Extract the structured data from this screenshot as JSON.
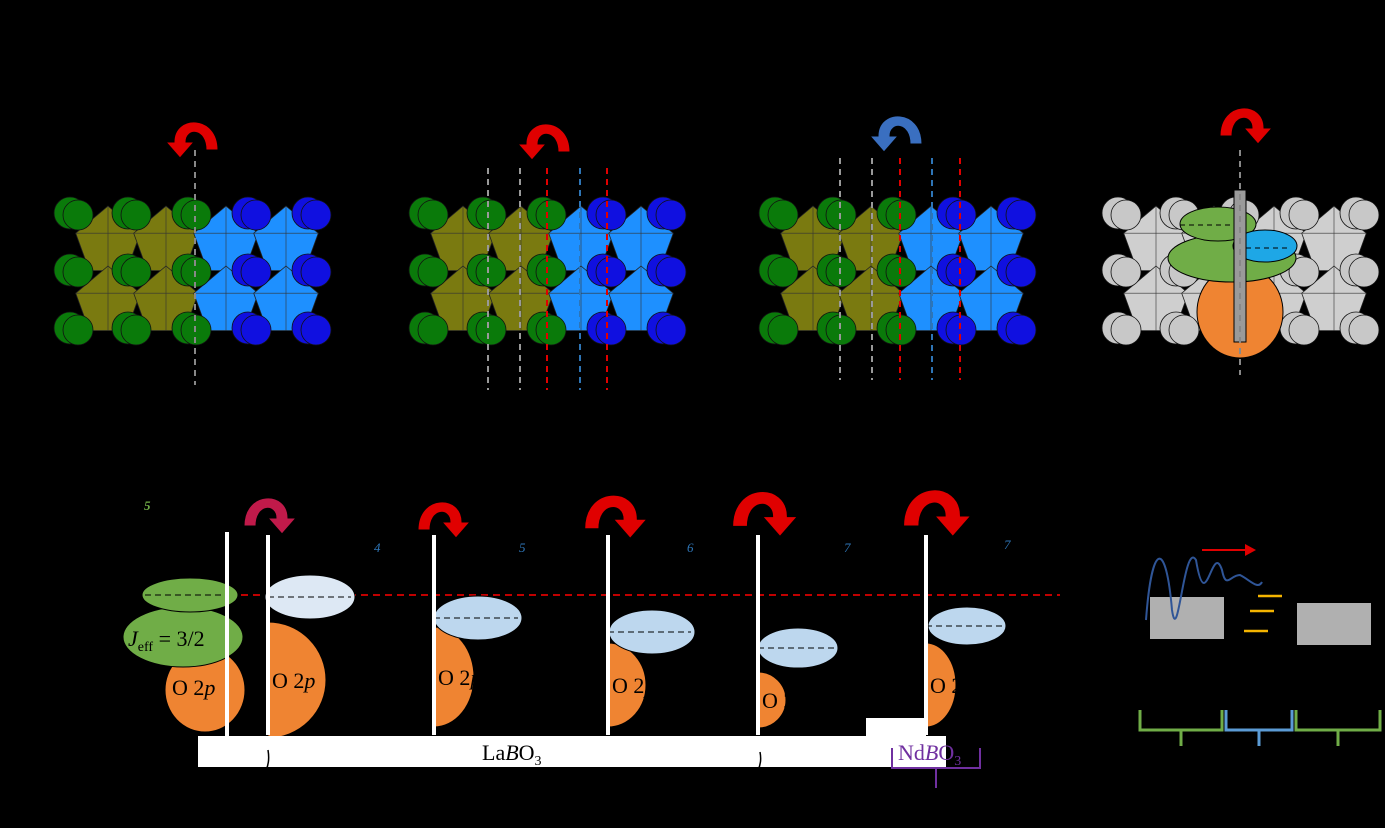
{
  "colors": {
    "background": "#000000",
    "iridate_atom": "#0a7a0a",
    "iridate_octahedron": "#7a7a10",
    "b_site_atom": "#1010e0",
    "b_site_octahedron": "#1e90ff",
    "oxygen_band": "#ef8432",
    "jeff_band": "#70ad47",
    "b_band_light": "#bdd7ee",
    "arrow_red": "#e00000",
    "arrow_blue": "#3a6fc0",
    "reference_line": "#c00000",
    "grey_atom": "#c8c8c8",
    "bracket_green": "#70ad47",
    "bracket_blue": "#5b9bd5",
    "bracket_purple": "#7030a0",
    "level_orange": "#f4b400"
  },
  "icons": [
    "curved-arrow-icon",
    "octahedron-icon",
    "atom-sphere-icon",
    "bracket-icon"
  ],
  "band_panel": {
    "small_labels": [
      "5",
      "4",
      "5",
      "6",
      "7",
      "7"
    ],
    "jeff_label": {
      "main": "J",
      "sub": "eff",
      "rest": " = 3/2"
    },
    "o2p_label": {
      "prefix": "O 2",
      "orbital": "p"
    },
    "la_label": {
      "prefix": "La",
      "site": "B",
      "rest": "O",
      "sub": "3"
    },
    "nd_label": {
      "prefix": "Nd",
      "site": "B",
      "rest": "O",
      "sub": "3"
    }
  }
}
